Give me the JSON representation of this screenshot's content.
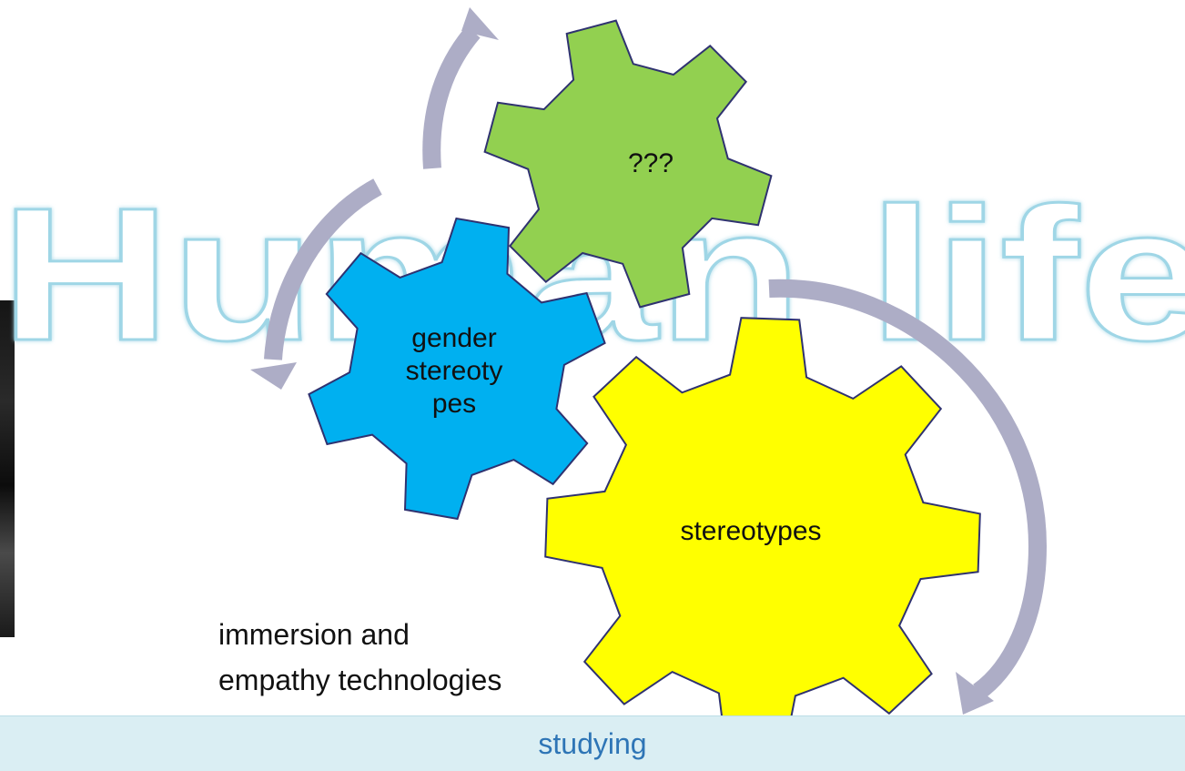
{
  "background_word": "Human life",
  "gears": [
    {
      "id": "unknown",
      "label": "???",
      "color": "#92d050"
    },
    {
      "id": "gender",
      "label": "gender\nstereoty\npes",
      "color": "#00b0f0"
    },
    {
      "id": "stereotypes",
      "label": "stereotypes",
      "color": "#ffff00"
    }
  ],
  "caption": "immersion and\nempathy technologies",
  "footer": {
    "label": "studying",
    "background": "#daeef3",
    "text_color": "#2e75b6"
  },
  "colors": {
    "arrow": "#adadc6",
    "gear_stroke": "#2f3270",
    "watermark_stroke": "#9fd6e6"
  }
}
